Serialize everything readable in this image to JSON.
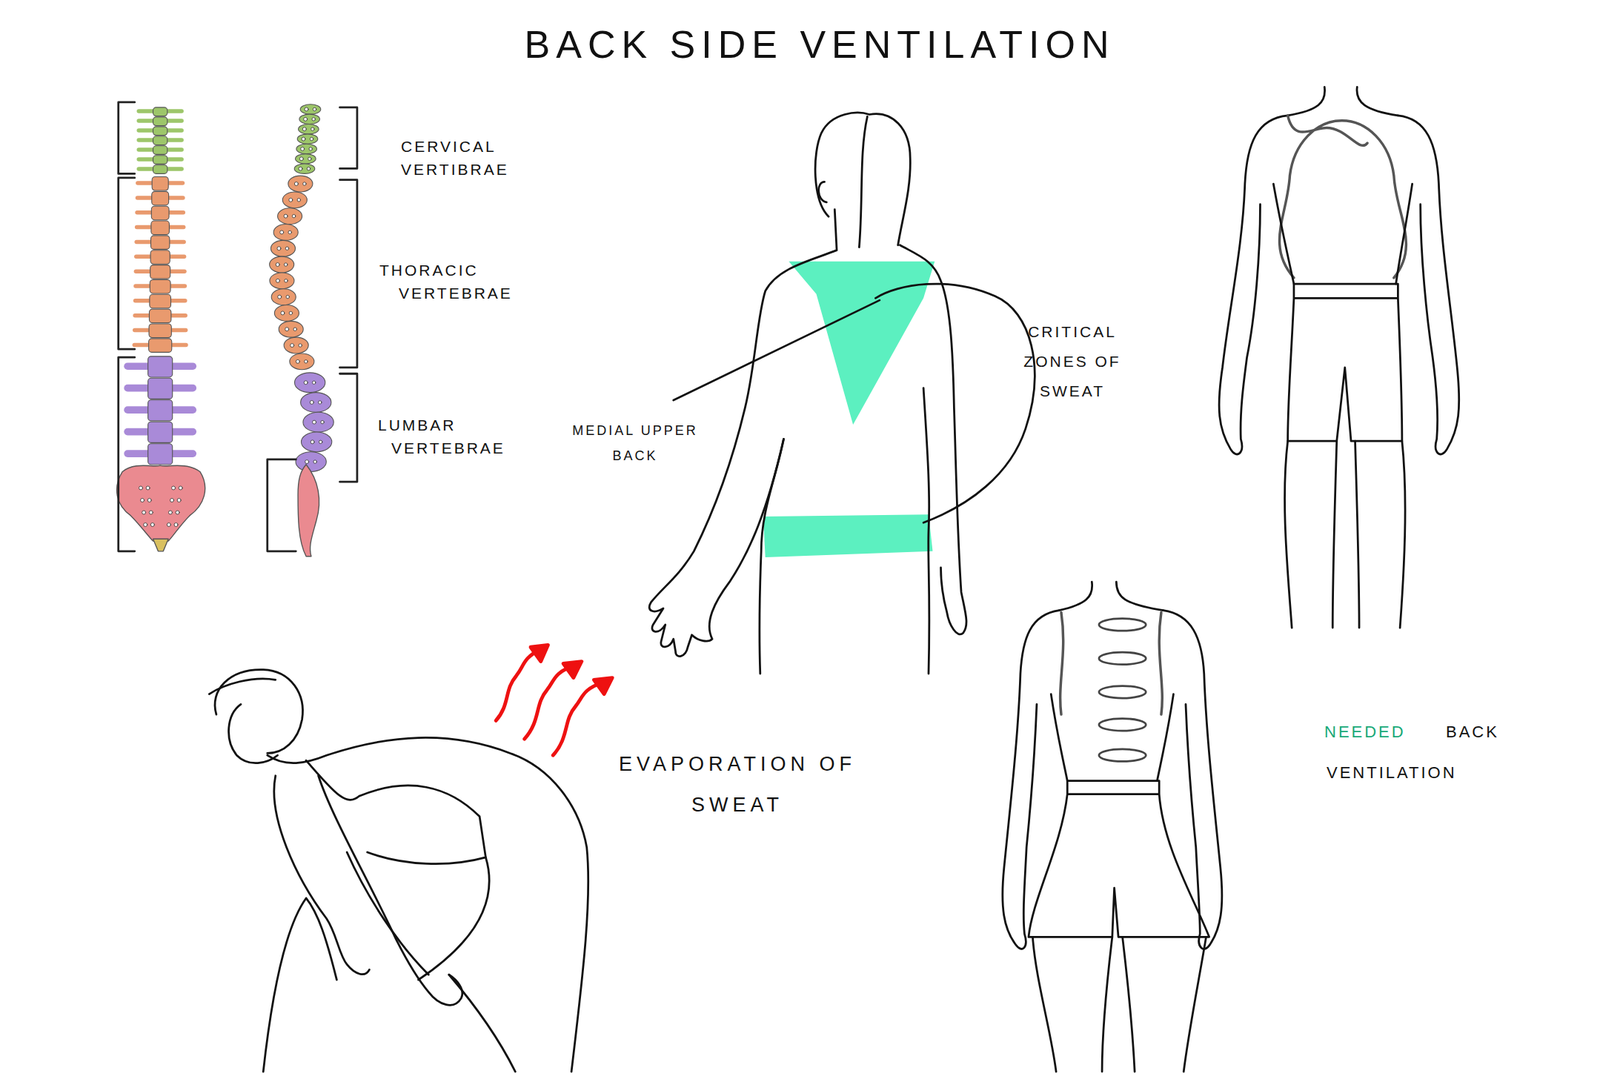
{
  "diagram": {
    "title": "BACK SIDE VENTILATION",
    "labels": [
      "CERVICAL VERTIBRAE",
      "THORACIC VERTEBRAE",
      "LUMBAR VERTEBRAE",
      "MEDIAL UPPER BACK",
      "CRITICAL ZONES OF SWEAT",
      "EVAPORATION OF SWEAT",
      "NEEDED",
      "BACK VENTILATION"
    ]
  }
}
